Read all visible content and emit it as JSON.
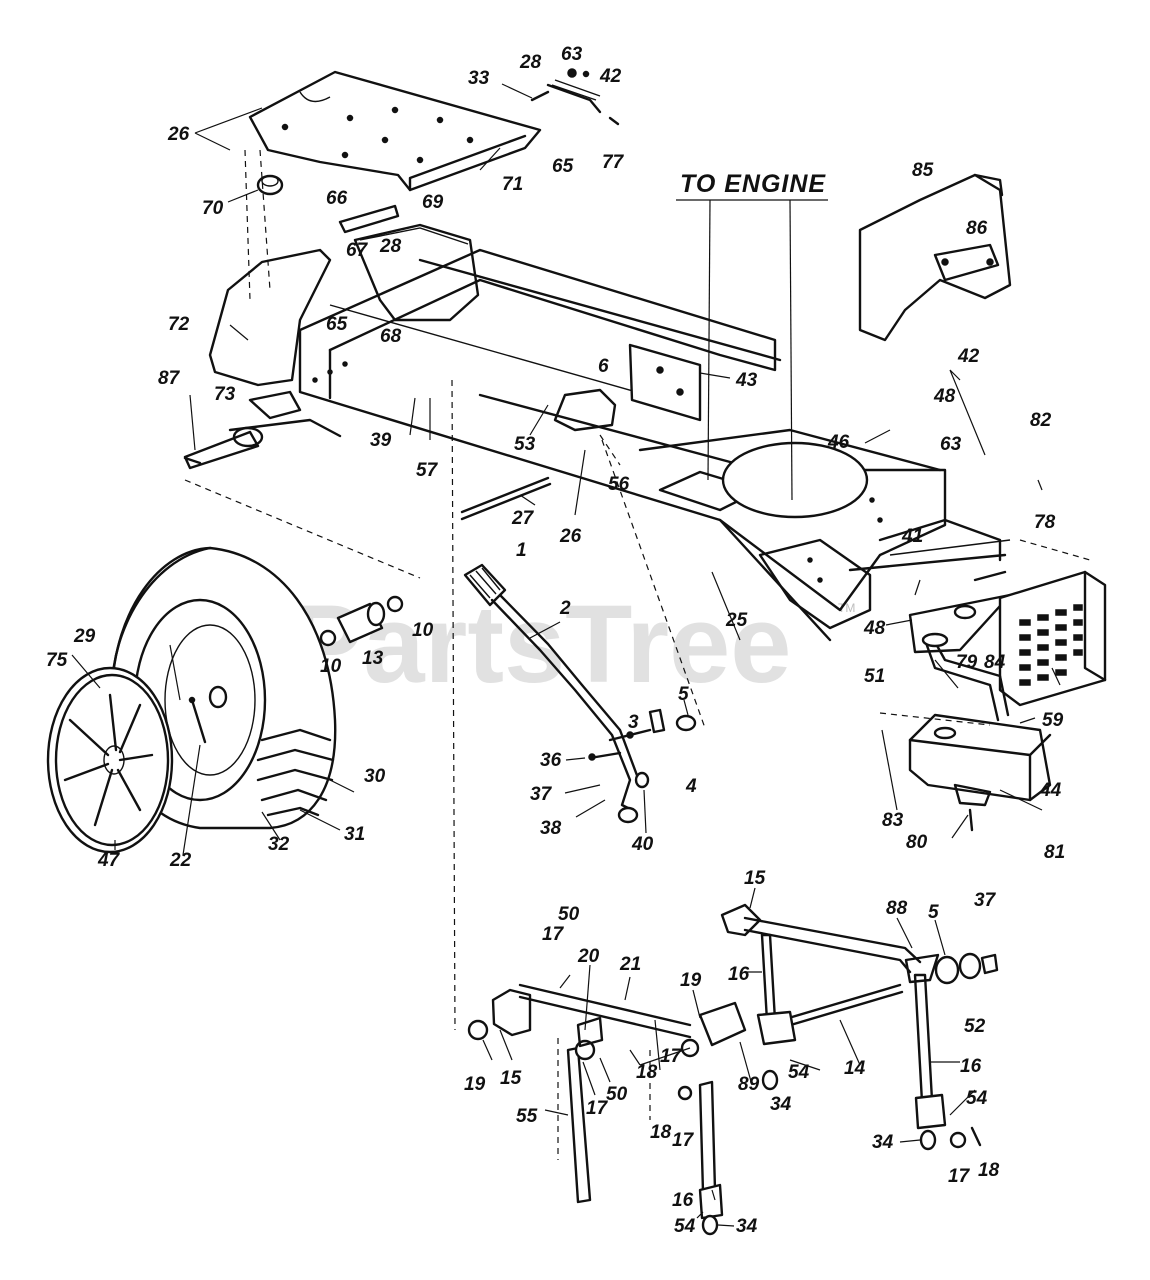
{
  "diagram": {
    "heading": "TO ENGINE",
    "watermark": "PartsTree",
    "watermark_mark": "TM",
    "callouts": [
      {
        "id": "c26a",
        "text": "26"
      },
      {
        "id": "c33",
        "text": "33"
      },
      {
        "id": "c28a",
        "text": "28"
      },
      {
        "id": "c63a",
        "text": "63"
      },
      {
        "id": "c42a",
        "text": "42"
      },
      {
        "id": "c65a",
        "text": "65"
      },
      {
        "id": "c77",
        "text": "77"
      },
      {
        "id": "c71",
        "text": "71"
      },
      {
        "id": "c70",
        "text": "70"
      },
      {
        "id": "c66",
        "text": "66"
      },
      {
        "id": "c69",
        "text": "69"
      },
      {
        "id": "c67",
        "text": "67"
      },
      {
        "id": "c28b",
        "text": "28"
      },
      {
        "id": "c65b",
        "text": "65"
      },
      {
        "id": "c72",
        "text": "72"
      },
      {
        "id": "c68",
        "text": "68"
      },
      {
        "id": "c87",
        "text": "87"
      },
      {
        "id": "c73",
        "text": "73"
      },
      {
        "id": "c39",
        "text": "39"
      },
      {
        "id": "c57",
        "text": "57"
      },
      {
        "id": "c6",
        "text": "6"
      },
      {
        "id": "c43",
        "text": "43"
      },
      {
        "id": "c53",
        "text": "53"
      },
      {
        "id": "c56",
        "text": "56"
      },
      {
        "id": "c26b",
        "text": "26"
      },
      {
        "id": "c27",
        "text": "27"
      },
      {
        "id": "c85",
        "text": "85"
      },
      {
        "id": "c86",
        "text": "86"
      },
      {
        "id": "c42b",
        "text": "42"
      },
      {
        "id": "c48a",
        "text": "48"
      },
      {
        "id": "c46",
        "text": "46"
      },
      {
        "id": "c63b",
        "text": "63"
      },
      {
        "id": "c82",
        "text": "82"
      },
      {
        "id": "c78",
        "text": "78"
      },
      {
        "id": "c41",
        "text": "41"
      },
      {
        "id": "c25",
        "text": "25"
      },
      {
        "id": "c48b",
        "text": "48"
      },
      {
        "id": "c51",
        "text": "51"
      },
      {
        "id": "c79",
        "text": "79"
      },
      {
        "id": "c84",
        "text": "84"
      },
      {
        "id": "c59",
        "text": "59"
      },
      {
        "id": "c83",
        "text": "83"
      },
      {
        "id": "c44",
        "text": "44"
      },
      {
        "id": "c80",
        "text": "80"
      },
      {
        "id": "c81",
        "text": "81"
      },
      {
        "id": "c1",
        "text": "1"
      },
      {
        "id": "c2",
        "text": "2"
      },
      {
        "id": "c3",
        "text": "3"
      },
      {
        "id": "c5a",
        "text": "5"
      },
      {
        "id": "c36",
        "text": "36"
      },
      {
        "id": "c4",
        "text": "4"
      },
      {
        "id": "c37a",
        "text": "37"
      },
      {
        "id": "c38",
        "text": "38"
      },
      {
        "id": "c40",
        "text": "40"
      },
      {
        "id": "c10a",
        "text": "10"
      },
      {
        "id": "c13",
        "text": "13"
      },
      {
        "id": "c10b",
        "text": "10"
      },
      {
        "id": "c29",
        "text": "29"
      },
      {
        "id": "c75",
        "text": "75"
      },
      {
        "id": "c30",
        "text": "30"
      },
      {
        "id": "c31",
        "text": "31"
      },
      {
        "id": "c32",
        "text": "32"
      },
      {
        "id": "c22",
        "text": "22"
      },
      {
        "id": "c47",
        "text": "47"
      },
      {
        "id": "c15a",
        "text": "15"
      },
      {
        "id": "c88",
        "text": "88"
      },
      {
        "id": "c5b",
        "text": "5"
      },
      {
        "id": "c37b",
        "text": "37"
      },
      {
        "id": "c16a",
        "text": "16"
      },
      {
        "id": "c52",
        "text": "52"
      },
      {
        "id": "c50a",
        "text": "50"
      },
      {
        "id": "c17a",
        "text": "17"
      },
      {
        "id": "c20",
        "text": "20"
      },
      {
        "id": "c21",
        "text": "21"
      },
      {
        "id": "c19a",
        "text": "19"
      },
      {
        "id": "c14",
        "text": "14"
      },
      {
        "id": "c54a",
        "text": "54"
      },
      {
        "id": "c34a",
        "text": "34"
      },
      {
        "id": "c16b",
        "text": "16"
      },
      {
        "id": "c54b",
        "text": "54"
      },
      {
        "id": "c19b",
        "text": "19"
      },
      {
        "id": "c15b",
        "text": "15"
      },
      {
        "id": "c18a",
        "text": "18"
      },
      {
        "id": "c17b",
        "text": "17"
      },
      {
        "id": "c89",
        "text": "89"
      },
      {
        "id": "c50b",
        "text": "50"
      },
      {
        "id": "c17c",
        "text": "17"
      },
      {
        "id": "c55",
        "text": "55"
      },
      {
        "id": "c18b",
        "text": "18"
      },
      {
        "id": "c17d",
        "text": "17"
      },
      {
        "id": "c34b",
        "text": "34"
      },
      {
        "id": "c17e",
        "text": "17"
      },
      {
        "id": "c18c",
        "text": "18"
      },
      {
        "id": "c16c",
        "text": "16"
      },
      {
        "id": "c54c",
        "text": "54"
      },
      {
        "id": "c34c",
        "text": "34"
      }
    ]
  }
}
